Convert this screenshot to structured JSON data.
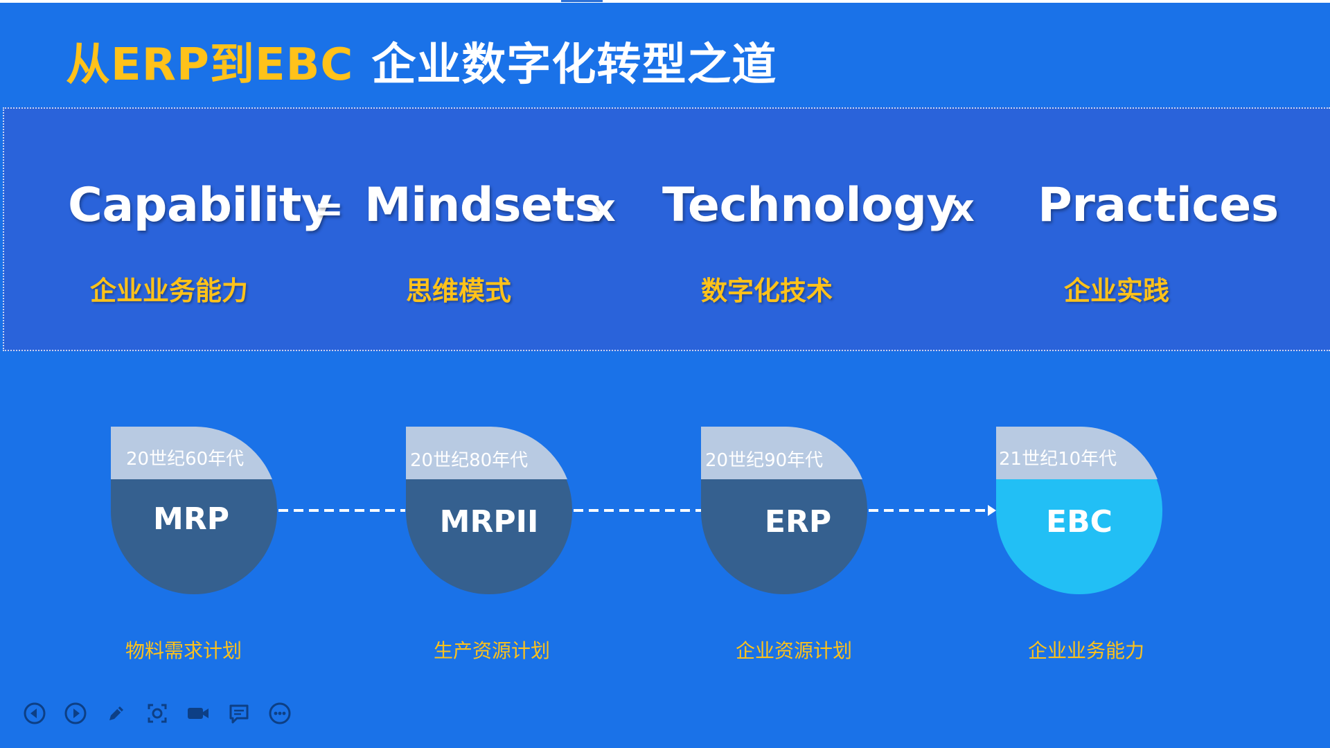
{
  "title": {
    "accent": "从ERP到EBC",
    "main": "企业数字化转型之道"
  },
  "formula": {
    "capability": "Capability",
    "equals": "=",
    "mindsets": "Mindsets",
    "times1": "x",
    "technology": "Technology",
    "times2": "x",
    "practices": "Practices",
    "capability_cn": "企业业务能力",
    "mindsets_cn": "思维模式",
    "technology_cn": "数字化技术",
    "practices_cn": "企业实践"
  },
  "timeline": [
    {
      "era": "20世纪60年代",
      "name": "MRP",
      "desc": "物料需求计划"
    },
    {
      "era": "20世纪80年代",
      "name": "MRPII",
      "desc": "生产资源计划"
    },
    {
      "era": "20世纪90年代",
      "name": "ERP",
      "desc": "企业资源计划"
    },
    {
      "era": "21世纪10年代",
      "name": "EBC",
      "desc": "企业业务能力"
    }
  ],
  "toolbar": {
    "icons": [
      "previous-icon",
      "next-icon",
      "pen-icon",
      "screenshot-icon",
      "camera-icon",
      "comment-icon",
      "more-icon"
    ]
  },
  "colors": {
    "background": "#1a72e8",
    "band": "#2a63da",
    "accent_yellow": "#ffc21a",
    "stage_dark": "#35608f",
    "stage_light_top": "#b8cae2",
    "stage_current": "#22bff5"
  }
}
